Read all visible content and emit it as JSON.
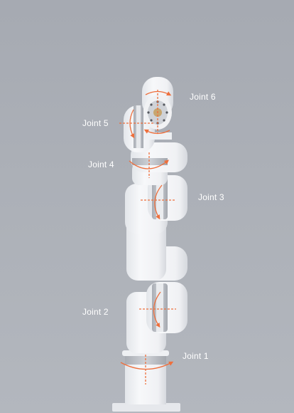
{
  "diagram": {
    "joints": [
      {
        "id": "joint-1",
        "label": "Joint 1"
      },
      {
        "id": "joint-2",
        "label": "Joint 2"
      },
      {
        "id": "joint-3",
        "label": "Joint 3"
      },
      {
        "id": "joint-4",
        "label": "Joint 4"
      },
      {
        "id": "joint-5",
        "label": "Joint 5"
      },
      {
        "id": "joint-6",
        "label": "Joint 6"
      }
    ],
    "colors": {
      "background": "#abafb6",
      "arm": "#f4f5f7",
      "arm_shadow": "#d9dce1",
      "joint_ring": "#b9bcc2",
      "axis_marker": "#ee6f3c",
      "label_text": "#ffffff"
    }
  }
}
